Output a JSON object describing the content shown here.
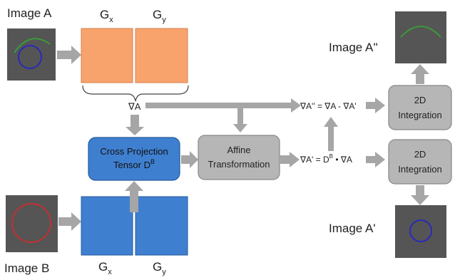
{
  "image_a": {
    "label": "Image A"
  },
  "image_b": {
    "label": "Image B"
  },
  "image_a_double_prime": {
    "label": "Image A''"
  },
  "image_a_prime": {
    "label": "Image A'"
  },
  "gradients_a": {
    "gx": "G",
    "gx_sub": "x",
    "gy": "G",
    "gy_sub": "y",
    "brace_label": "∇A"
  },
  "gradients_b": {
    "gx": "G",
    "gx_sub": "x",
    "gy": "G",
    "gy_sub": "y"
  },
  "cross_projection": {
    "line1": "Cross Projection",
    "line2_prefix": "Tensor D",
    "line2_sup": "B"
  },
  "affine": {
    "line1": "Affine",
    "line2": "Transformation"
  },
  "equation_top": "∇A'' = ∇A - ∇A'",
  "equation_bottom": {
    "prefix": "∇A' = D",
    "sup": "B",
    "suffix": " • ∇A"
  },
  "integration_top": {
    "line1": "2D",
    "line2": "Integration"
  },
  "integration_bottom": {
    "line1": "2D",
    "line2": "Integration"
  },
  "colors": {
    "orange": "#f8a36b",
    "blue": "#3f7fd0",
    "gray_box": "#b6b6b6",
    "dark_image": "#555555",
    "arrow": "#a6a6a6",
    "green_arc": "#3a9a3a",
    "blue_circle": "#2a2ab8",
    "red_circle": "#c23030"
  }
}
